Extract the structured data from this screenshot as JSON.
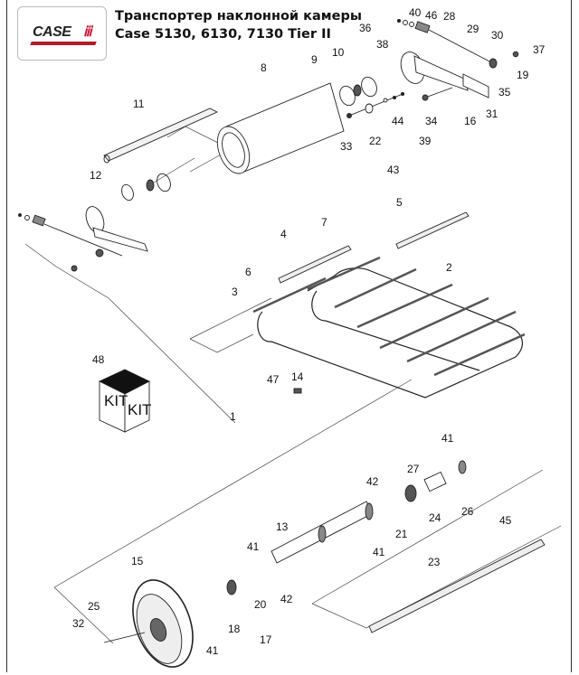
{
  "header": {
    "logo_text": "CASE",
    "logo_mark": "IH",
    "title_line1": "Транспортер наклонной камеры",
    "title_line2": "Case 5130, 6130, 7130 Tier II"
  },
  "kit": {
    "face_left": "KIT",
    "face_right": "KIT"
  },
  "callouts": {
    "c1": "1",
    "c2": "2",
    "c3": "3",
    "c4": "4",
    "c5": "5",
    "c6": "6",
    "c7": "7",
    "c8": "8",
    "c9": "9",
    "c10": "10",
    "c11": "11",
    "c12": "12",
    "c13": "13",
    "c14": "14",
    "c15": "15",
    "c16": "16",
    "c17": "17",
    "c18": "18",
    "c19": "19",
    "c20": "20",
    "c21": "21",
    "c22": "22",
    "c23": "23",
    "c24": "24",
    "c25": "25",
    "c26": "26",
    "c27": "27",
    "c28": "28",
    "c29": "29",
    "c30": "30",
    "c31": "31",
    "c32": "32",
    "c33": "33",
    "c34": "34",
    "c35": "35",
    "c36": "36",
    "c37": "37",
    "c38": "38",
    "c39": "39",
    "c40": "40",
    "c41a": "41",
    "c41b": "41",
    "c41c": "41",
    "c41d": "41",
    "c42a": "42",
    "c42b": "42",
    "c43": "43",
    "c44": "44",
    "c45": "45",
    "c46": "46",
    "c47": "47",
    "c48": "48"
  }
}
